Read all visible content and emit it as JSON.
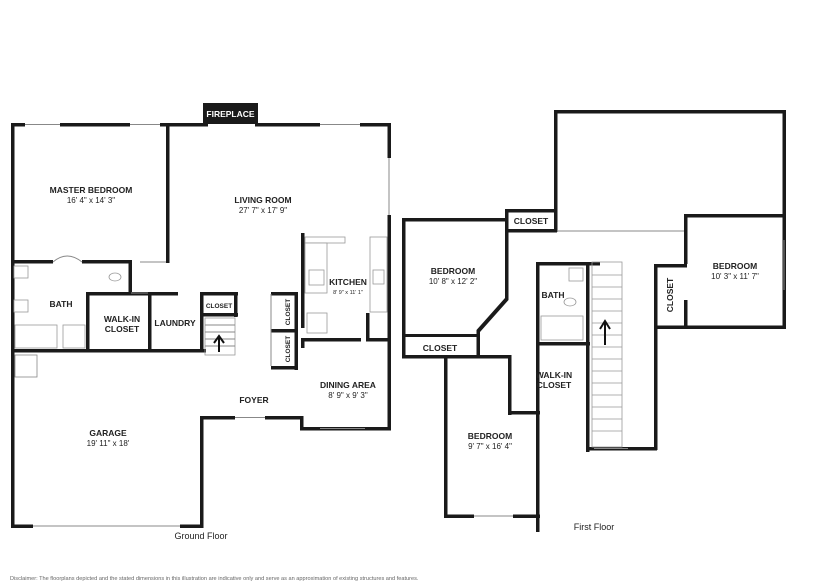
{
  "ground_floor": {
    "label": "Ground Floor",
    "rooms": {
      "fireplace": "FIREPLACE",
      "master_bedroom": {
        "name": "MASTER BEDROOM",
        "dim": "16' 4\" x 14' 3\""
      },
      "living_room": {
        "name": "LIVING ROOM",
        "dim": "27' 7\" x 17' 9\""
      },
      "kitchen": {
        "name": "KITCHEN",
        "dim": "8' 9\" x 11' 1\""
      },
      "bath": {
        "name": "BATH"
      },
      "walk_in_closet": {
        "name": "WALK-IN CLOSET"
      },
      "laundry": {
        "name": "LAUNDRY"
      },
      "closet_a": {
        "name": "CLOSET"
      },
      "closet_b": {
        "name": "CLOSET"
      },
      "closet_c": {
        "name": "CLOSET"
      },
      "dining_area": {
        "name": "DINING AREA",
        "dim": "8' 9\" x 9' 3\""
      },
      "foyer": {
        "name": "FOYER"
      },
      "garage": {
        "name": "GARAGE",
        "dim": "19' 11\" x 18'"
      }
    }
  },
  "first_floor": {
    "label": "First Floor",
    "rooms": {
      "closet_top": {
        "name": "CLOSET"
      },
      "bedroom_left": {
        "name": "BEDROOM",
        "dim": "10' 8\" x 12' 2\""
      },
      "bedroom_right": {
        "name": "BEDROOM",
        "dim": "10' 3\" x 11' 7\""
      },
      "closet_right": {
        "name": "CLOSET"
      },
      "bath": {
        "name": "BATH"
      },
      "closet_left": {
        "name": "CLOSET"
      },
      "walk_in_closet": {
        "name": "WALK-IN CLOSET"
      },
      "bedroom_bottom": {
        "name": "BEDROOM",
        "dim": "9' 7\" x 16' 4\""
      }
    }
  },
  "disclaimer": "Disclaimer: The floorplans depicted and the stated dimensions in this illustration are indicative only and serve as an approximation of existing structures and features."
}
